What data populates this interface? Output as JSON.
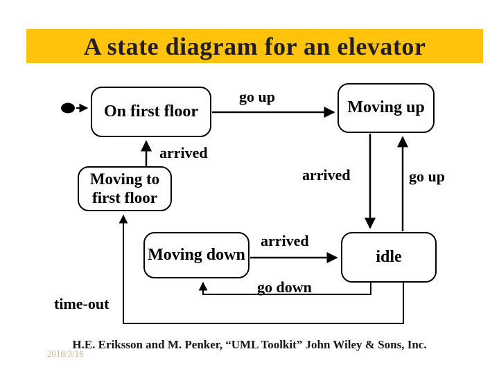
{
  "title": "A state diagram for an elevator",
  "colors": {
    "title_bar_bg": "#FFC30B",
    "title_text": "#231F20",
    "diagram_ink": "#000000",
    "date_text": "#C9B18C"
  },
  "diagram": {
    "initial_state_target": "on-first-floor",
    "states": [
      {
        "id": "on-first-floor",
        "label": "On first floor"
      },
      {
        "id": "moving-up",
        "label": "Moving up"
      },
      {
        "id": "moving-to-first-floor",
        "label": "Moving to first floor",
        "label_lines": [
          "Moving to",
          "first floor"
        ]
      },
      {
        "id": "moving-down",
        "label": "Moving down"
      },
      {
        "id": "idle",
        "label": "idle"
      }
    ],
    "transitions": [
      {
        "from": "initial",
        "to": "on-first-floor",
        "label": ""
      },
      {
        "from": "on-first-floor",
        "to": "moving-up",
        "label": "go up"
      },
      {
        "from": "moving-to-first-floor",
        "to": "on-first-floor",
        "label": "arrived"
      },
      {
        "from": "moving-up",
        "to": "idle",
        "label": "arrived"
      },
      {
        "from": "idle",
        "to": "moving-up",
        "label": "go up"
      },
      {
        "from": "moving-down",
        "to": "idle",
        "label": "arrived"
      },
      {
        "from": "idle",
        "to": "moving-down",
        "label": "go down"
      },
      {
        "from": "idle",
        "to": "moving-to-first-floor",
        "label": "time-out"
      }
    ]
  },
  "footer": {
    "citation": "H.E. Eriksson and M. Penker, “UML Toolkit” John Wiley & Sons, Inc.",
    "date": "2018/3/16"
  }
}
